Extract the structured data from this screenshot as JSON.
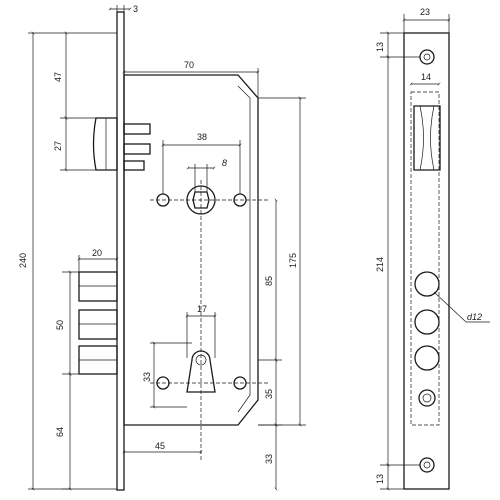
{
  "dimensions": {
    "plate_thickness": "3",
    "overall_height": "240",
    "latch_top_offset": "47",
    "latch_height": "27",
    "backset": "70",
    "follower_spacing": "38",
    "follower_square": "8",
    "center_distance": "85",
    "cylinder_to_bottom": "175",
    "bolt_width": "20",
    "bolt_spacing": "50",
    "cylinder_width": "17",
    "cylinder_height": "33",
    "bottom_offset": "64",
    "cylinder_backset": "45",
    "cylinder_to_base": "35",
    "base_offset": "33",
    "faceplate_width": "23",
    "slot_width": "14",
    "faceplate_height": "214",
    "screw_offset_top": "13",
    "screw_offset_bottom": "13",
    "hole_diameter": "d12"
  },
  "colors": {
    "line": "#1a1a1a",
    "background": "#ffffff"
  }
}
